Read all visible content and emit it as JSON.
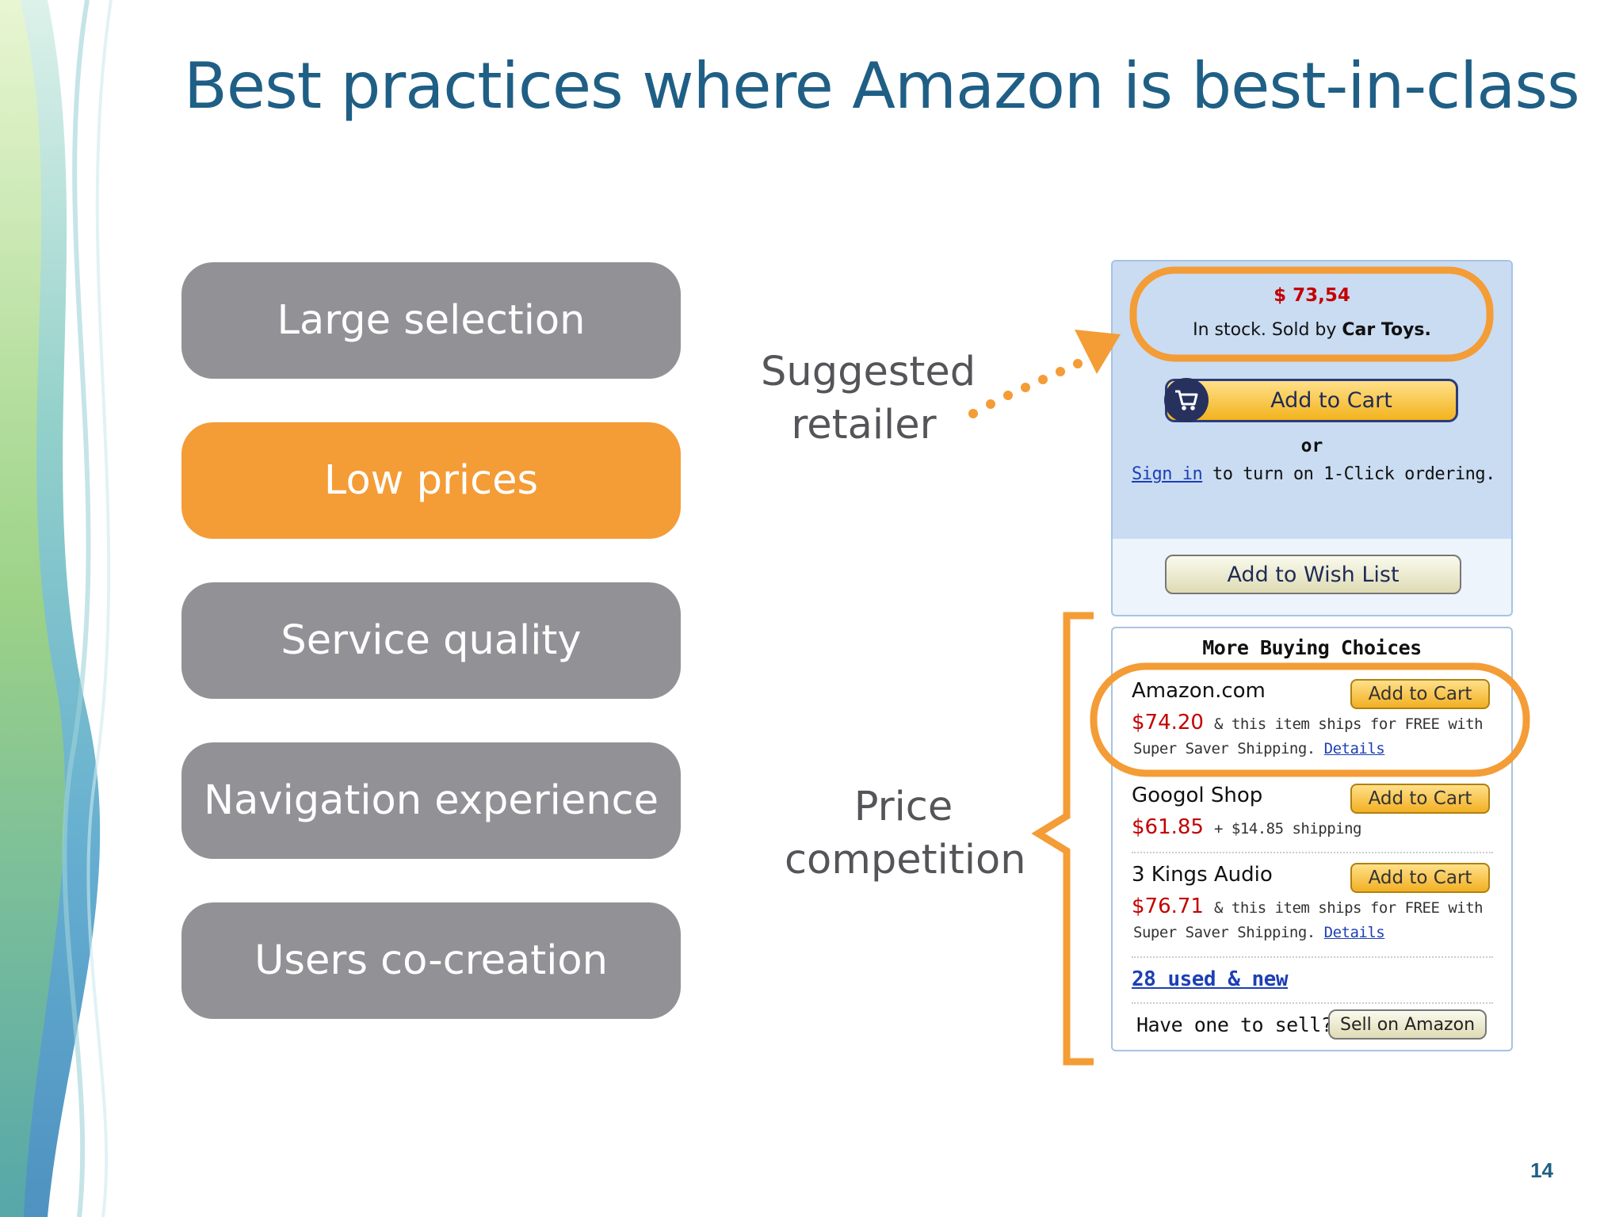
{
  "slide": {
    "title": "Best practices where Amazon is best-in-class",
    "page_number": "14"
  },
  "practices": [
    {
      "label": "Large selection",
      "highlighted": false
    },
    {
      "label": "Low prices",
      "highlighted": true
    },
    {
      "label": "Service quality",
      "highlighted": false
    },
    {
      "label": "Navigation experience",
      "highlighted": false
    },
    {
      "label": "Users co-creation",
      "highlighted": false
    }
  ],
  "annotations": {
    "suggested_line1": "Suggested",
    "suggested_line2": "retailer",
    "competition_line1": "Price",
    "competition_line2": "competition"
  },
  "buybox": {
    "price": "$ 73,54",
    "stock_prefix": "In stock. Sold by",
    "seller": "Car Toys.",
    "add_to_cart": "Add to Cart",
    "or": "or",
    "sign_in": "Sign in",
    "sign_in_suffix": "to turn on 1-Click ordering.",
    "wish_list": "Add to Wish List"
  },
  "more_choices": {
    "title": "More Buying Choices",
    "offers": [
      {
        "seller": "Amazon.com",
        "price": "$74.20",
        "ship_line1": "& this item ships for FREE with",
        "ship_line2": "Super Saver Shipping.",
        "details": "Details",
        "button": "Add to Cart"
      },
      {
        "seller": "Googol Shop",
        "price": "$61.85",
        "ship_line1": "+ $14.85 shipping",
        "ship_line2": "",
        "details": "",
        "button": "Add to Cart"
      },
      {
        "seller": "3 Kings Audio",
        "price": "$76.71",
        "ship_line1": "& this item ships for FREE with",
        "ship_line2": "Super Saver Shipping.",
        "details": "Details",
        "button": "Add to Cart"
      }
    ],
    "used_new": "28 used & new",
    "have_one": "Have one to sell?",
    "sell_button": "Sell on Amazon"
  },
  "colors": {
    "accent_orange": "#f49c36",
    "pill_gray": "#929195",
    "title_blue": "#1f5f85",
    "price_red": "#c40000",
    "link_blue": "#1c3fb5"
  },
  "icons": [
    "cart-icon",
    "decorative-wave"
  ]
}
